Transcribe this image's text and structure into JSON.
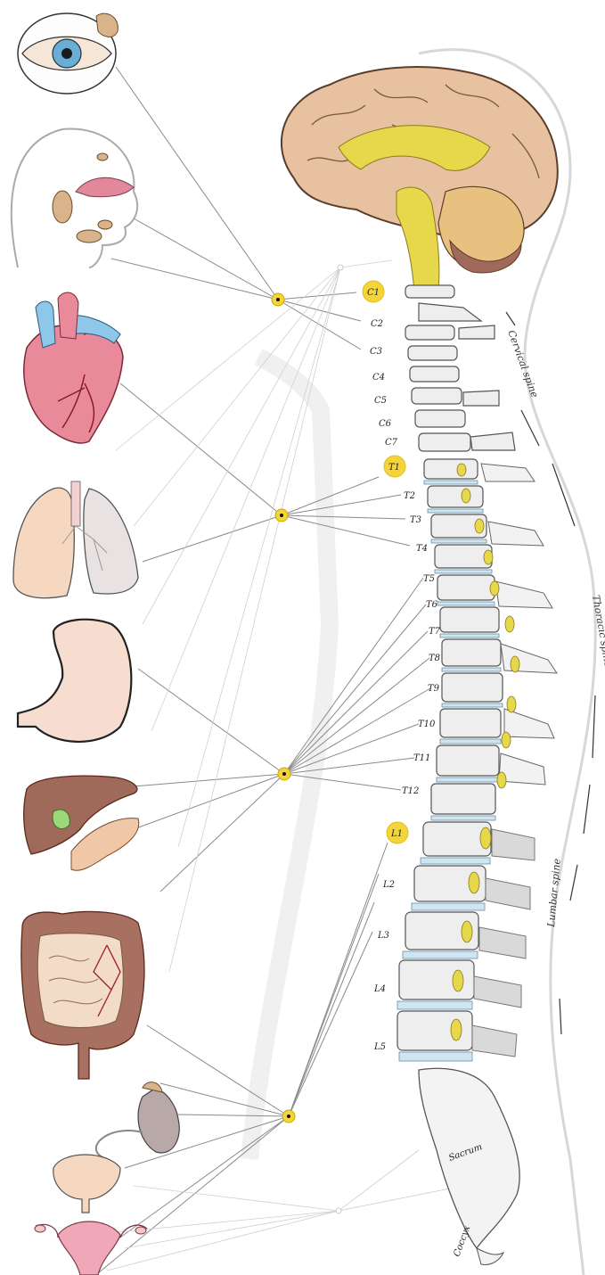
{
  "vertebra_labels": {
    "cervical": [
      "C1",
      "C2",
      "C3",
      "C4",
      "C5",
      "C6",
      "C7"
    ],
    "thoracic": [
      "T1",
      "T2",
      "T3",
      "T4",
      "T5",
      "T6",
      "T7",
      "T8",
      "T9",
      "T10",
      "T11",
      "T12"
    ],
    "lumbar": [
      "L1",
      "L2",
      "L3",
      "L4",
      "L5"
    ],
    "other": [
      "Sacrum",
      "Coccyx"
    ]
  },
  "highlighted_labels": [
    "C1",
    "T1",
    "L1"
  ],
  "regions": {
    "cervical": "Cervical spine",
    "thoracic": "Thoracic spine",
    "lumbar": "Lumbar spine"
  },
  "organs": [
    "eye-icon",
    "head-glands-icon",
    "heart-icon",
    "lungs-icon",
    "stomach-icon",
    "liver-pancreas-icon",
    "intestines-icon",
    "kidney-bladder-icon",
    "uterus-icon"
  ],
  "colors": {
    "ganglion": "#f3d43a",
    "brain": "#e8c1a0",
    "brain_core": "#e6d84a",
    "cerebellum": "#a0695a",
    "heart": "#e98a9a",
    "vessels_blue": "#8ec7ea",
    "disc": "#cfe6f2",
    "bone": "#eeeeee"
  }
}
